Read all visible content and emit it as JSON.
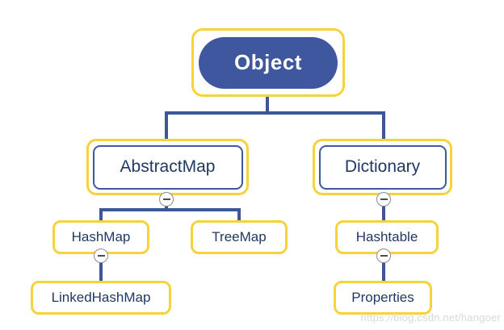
{
  "tree": {
    "label": "Object",
    "children": [
      {
        "label": "AbstractMap",
        "children": [
          {
            "label": "HashMap",
            "children": [
              {
                "label": "LinkedHashMap"
              }
            ]
          },
          {
            "label": "TreeMap"
          }
        ]
      },
      {
        "label": "Dictionary",
        "children": [
          {
            "label": "Hashtable",
            "children": [
              {
                "label": "Properties"
              }
            ]
          }
        ]
      }
    ]
  },
  "icons": {
    "collapse": "minus-circle"
  },
  "colors": {
    "accent_blue": "#3E579E",
    "line_blue": "#3C5697",
    "node_border_blue": "#3D5A9E",
    "highlight_yellow": "#F6D33C",
    "text_navy": "#1F3864",
    "collapse_gray": "#8C8C8C",
    "minus_dark": "#4D4D4D",
    "watermark_gray": "#D9D9D9"
  },
  "watermark": {
    "text": "https://blog.csdn.net/hangoer"
  }
}
